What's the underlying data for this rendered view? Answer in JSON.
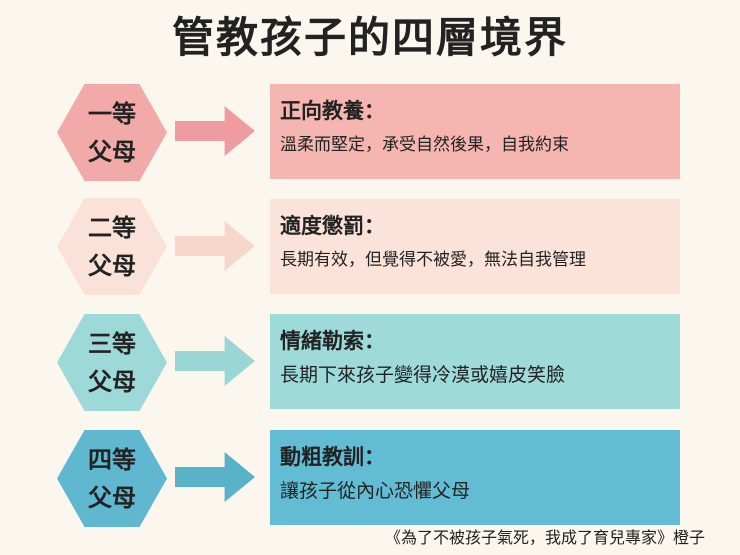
{
  "title": "管教孩子的四層境界",
  "levels": [
    {
      "rank_top": "一等",
      "rank_bottom": "父母",
      "heading": "正向教養：",
      "description": "溫柔而堅定，承受自然後果，自我約束",
      "hex_color": "#f1aaa7",
      "arrow_color": "#ef9ca1",
      "box_color": "#f5b5b1"
    },
    {
      "rank_top": "二等",
      "rank_bottom": "父母",
      "heading": "適度懲罰：",
      "description": "長期有效，但覺得不被愛，無法自我管理",
      "hex_color": "#fbe2d9",
      "arrow_color": "#f8d7cb",
      "box_color": "#fbe3da"
    },
    {
      "rank_top": "三等",
      "rank_bottom": "父母",
      "heading": "情緒勒索：",
      "description": "長期下來孩子變得冷漠或嬉皮笑臉",
      "hex_color": "#9ed9d9",
      "arrow_color": "#9bd6d6",
      "box_color": "#9edad9"
    },
    {
      "rank_top": "四等",
      "rank_bottom": "父母",
      "heading": "動粗教訓：",
      "description": "讓孩子從內心恐懼父母",
      "hex_color": "#5fb8cf",
      "arrow_color": "#58b2c8",
      "box_color": "#62bdd4"
    }
  ],
  "credit": "《為了不被孩子氣死，我成了育兒專家》橙子"
}
